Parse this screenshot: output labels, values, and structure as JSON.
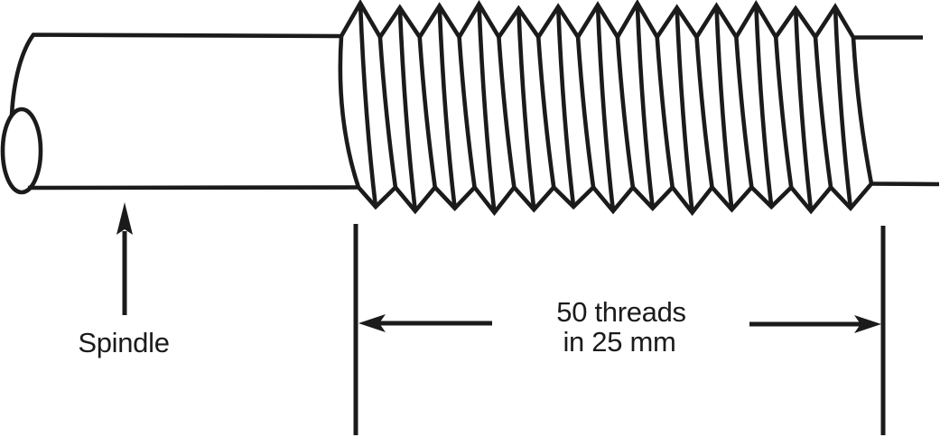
{
  "title": "Micrometer spindle thread diagram",
  "background_color": "#ffffff",
  "ink_color": "#1b1b1b",
  "labels": {
    "spindle": "Spindle",
    "dimension_line1": "50 threads",
    "dimension_line2": "in 25 mm"
  },
  "diagram": {
    "type": "technical-line-drawing",
    "subject": "spindle with threaded screw section",
    "thread_crests_drawn": 13,
    "dimension_text": "50 threads in 25 mm"
  }
}
